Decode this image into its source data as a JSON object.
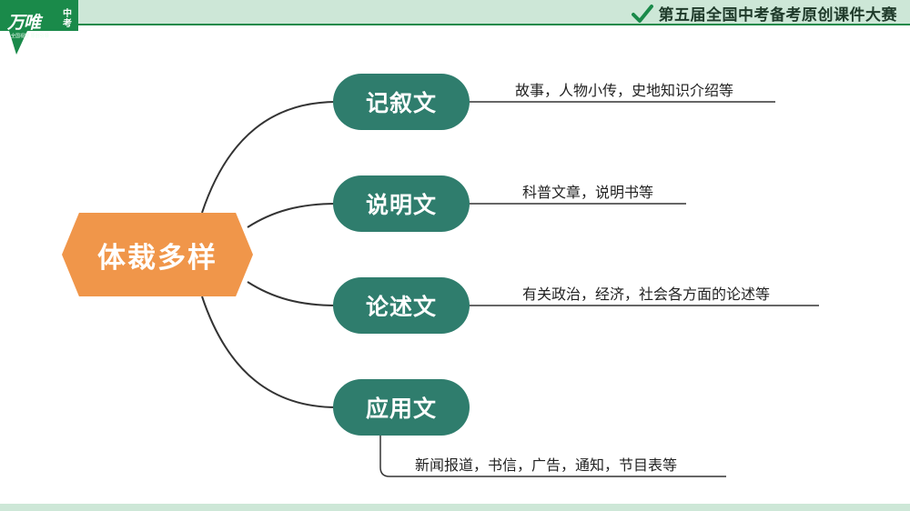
{
  "header": {
    "logo_main": "万唯",
    "logo_sub": "中考",
    "logo_slogan": "全国视野 原创引领",
    "contest_title": "第五届全国中考备考原创课件大赛"
  },
  "diagram": {
    "root": "体裁多样",
    "branches": [
      {
        "label": "记叙文",
        "desc": "故事，人物小传，史地知识介绍等"
      },
      {
        "label": "说明文",
        "desc": "科普文章，说明书等"
      },
      {
        "label": "论述文",
        "desc": "有关政治，经济，社会各方面的论述等"
      },
      {
        "label": "应用文",
        "desc": "新闻报道，书信，广告，通知，节目表等"
      }
    ]
  },
  "colors": {
    "root_fill": "#f0964a",
    "node_fill": "#2f7d6d",
    "header_bg": "#cde7d7",
    "accent_green": "#1a8a4a"
  },
  "icons": [
    "check-icon"
  ]
}
